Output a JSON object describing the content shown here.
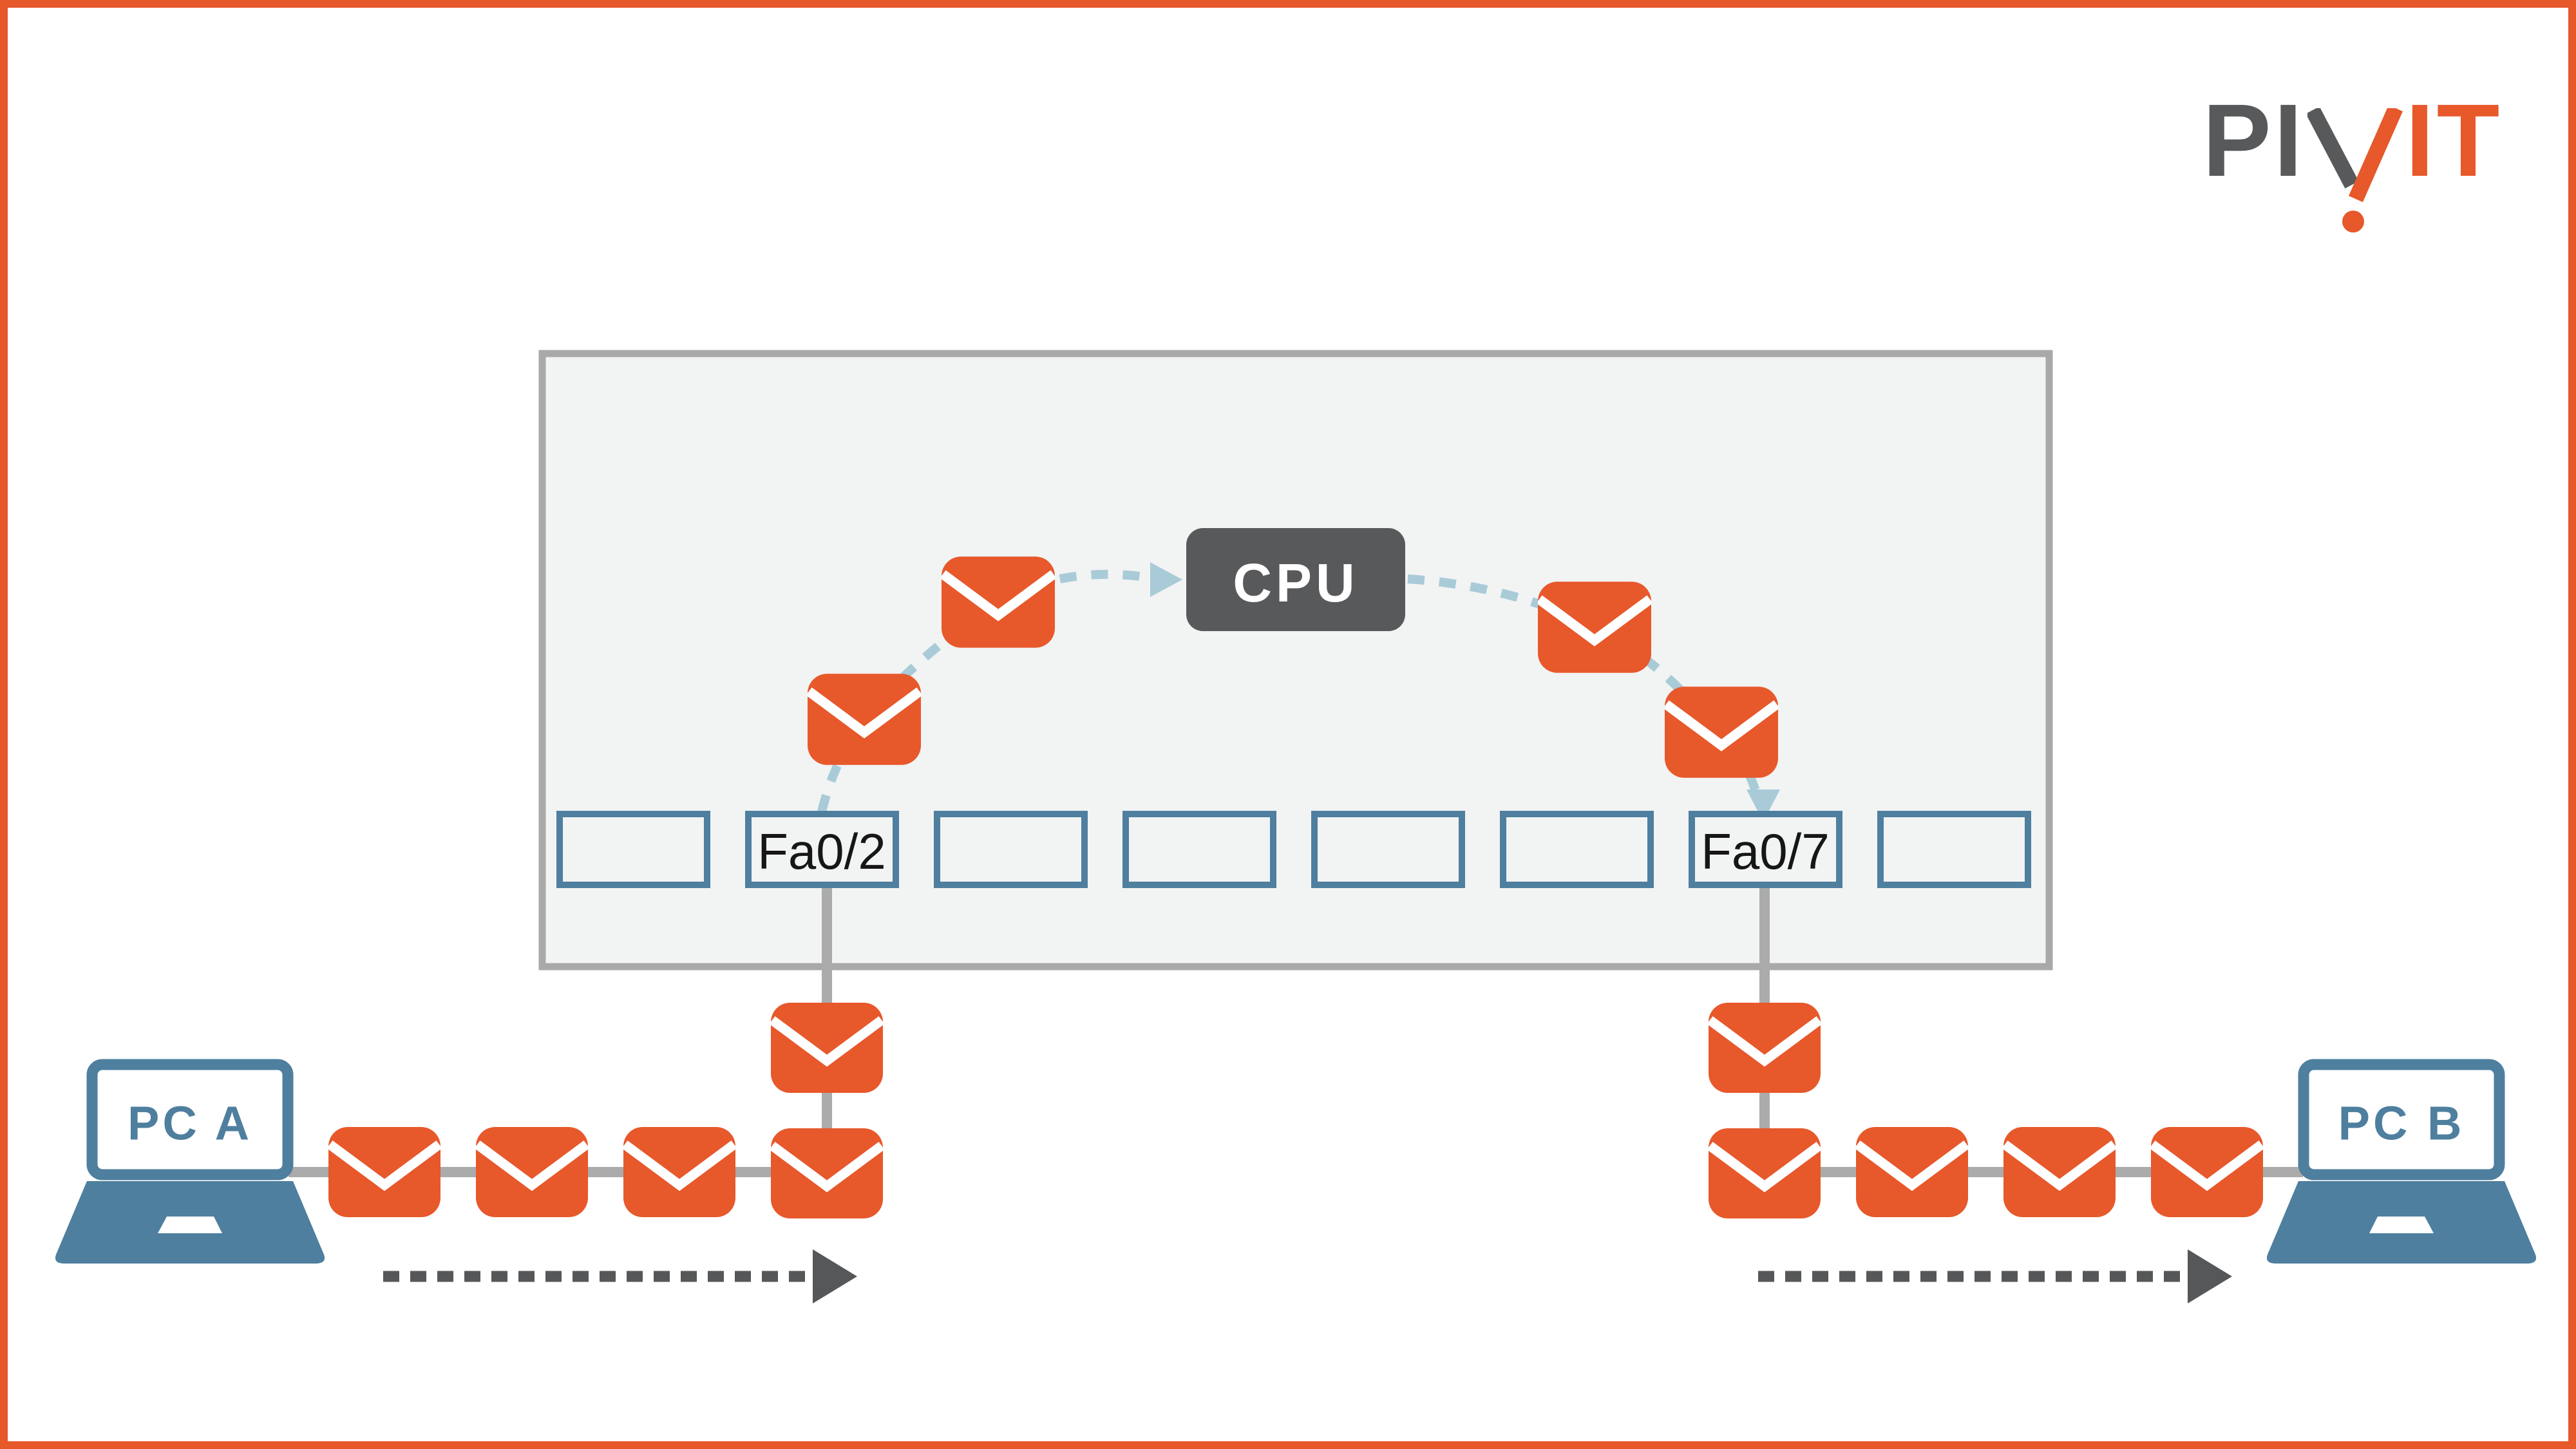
{
  "brand": {
    "prefix": "PI",
    "suffix": "IT",
    "gray_color": "#58595B",
    "orange_color": "#E7582B"
  },
  "switch_panel": {
    "cpu_label": "CPU",
    "ports": [
      {
        "label": ""
      },
      {
        "label": "Fa0/2"
      },
      {
        "label": ""
      },
      {
        "label": ""
      },
      {
        "label": ""
      },
      {
        "label": ""
      },
      {
        "label": "Fa0/7"
      },
      {
        "label": ""
      }
    ]
  },
  "devices": {
    "pc_a_label": "PC A",
    "pc_b_label": "PC B"
  },
  "colors": {
    "frame_orange": "#E7582B",
    "cpu_dark_gray": "#58595B",
    "steel_blue": "#4E7F9E",
    "dashed_light_blue": "#A9CBD8",
    "connector_gray": "#ABABAB",
    "panel_fill": "#F2F3F3",
    "panel_border": "#A9A9A9",
    "arrow_dark_gray": "#555759",
    "outer_border_orange": "#E7582B"
  }
}
